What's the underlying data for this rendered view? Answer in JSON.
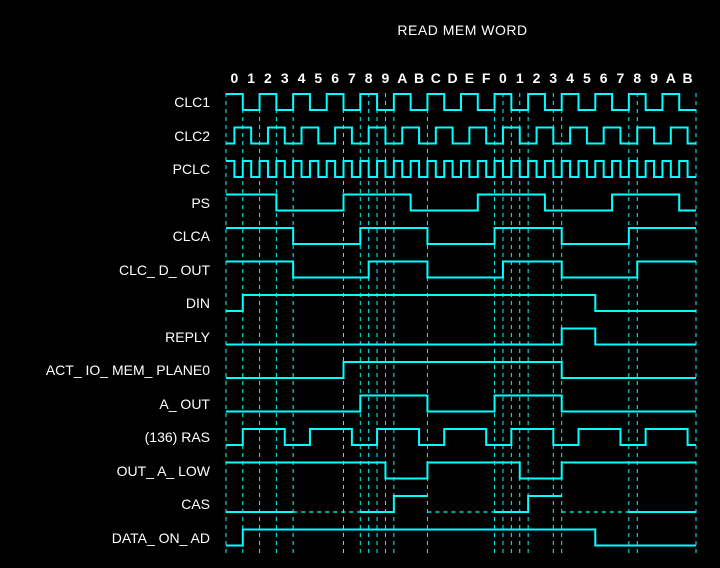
{
  "title": "READ MEM WORD",
  "colors": {
    "background": "#000000",
    "trace": "#00ffff",
    "text": "#ffffff"
  },
  "chart_data": {
    "type": "timing",
    "title": "READ MEM WORD",
    "time_units": 28,
    "tick_labels": [
      "0",
      "1",
      "2",
      "3",
      "4",
      "5",
      "6",
      "7",
      "8",
      "9",
      "A",
      "B",
      "C",
      "D",
      "E",
      "F",
      "0",
      "1",
      "2",
      "3",
      "4",
      "5",
      "6",
      "7",
      "8",
      "9",
      "A",
      "B"
    ],
    "guide_lines": [
      0,
      1,
      2,
      3,
      4,
      7,
      8,
      8.5,
      9,
      9.5,
      10,
      12,
      16,
      16.5,
      17,
      17.5,
      18,
      19.5,
      20,
      24,
      24.5,
      28
    ],
    "signals": [
      {
        "name": "CLC1",
        "kind": "clock",
        "period": 2,
        "high": 1,
        "phase": 0
      },
      {
        "name": "CLC2",
        "kind": "clock",
        "period": 2,
        "high": 1,
        "phase": 0.5
      },
      {
        "name": "PCLC",
        "kind": "clock",
        "period": 1,
        "high": 0.5,
        "phase": 0
      },
      {
        "name": "PS",
        "segments": [
          [
            0,
            3,
            1
          ],
          [
            3,
            7,
            0
          ],
          [
            7,
            11,
            1
          ],
          [
            11,
            15,
            0
          ],
          [
            15,
            19,
            1
          ],
          [
            19,
            23,
            0
          ],
          [
            23,
            27,
            1
          ],
          [
            27,
            28,
            0
          ]
        ]
      },
      {
        "name": "CLCA",
        "segments": [
          [
            0,
            4,
            1
          ],
          [
            4,
            8,
            0
          ],
          [
            8,
            12,
            1
          ],
          [
            12,
            16,
            0
          ],
          [
            16,
            20,
            1
          ],
          [
            20,
            24,
            0
          ],
          [
            24,
            28,
            1
          ]
        ]
      },
      {
        "name": "CLC_ D_ OUT",
        "segments": [
          [
            0,
            4,
            1
          ],
          [
            4,
            8.5,
            0
          ],
          [
            8.5,
            12,
            1
          ],
          [
            12,
            16.5,
            0
          ],
          [
            16.5,
            20,
            1
          ],
          [
            20,
            24.5,
            0
          ],
          [
            24.5,
            28,
            1
          ]
        ]
      },
      {
        "name": "DIN",
        "segments": [
          [
            0,
            1,
            0
          ],
          [
            1,
            22,
            1
          ],
          [
            22,
            28,
            0
          ]
        ]
      },
      {
        "name": "REPLY",
        "segments": [
          [
            0,
            20,
            0
          ],
          [
            20,
            22,
            1
          ],
          [
            22,
            28,
            0
          ]
        ]
      },
      {
        "name": "ACT_ IO_ MEM_ PLANE0",
        "segments": [
          [
            0,
            7,
            0
          ],
          [
            7,
            20,
            1
          ],
          [
            20,
            28,
            0
          ]
        ]
      },
      {
        "name": "A_ OUT",
        "segments": [
          [
            0,
            8,
            0
          ],
          [
            8,
            12,
            1
          ],
          [
            12,
            16,
            0
          ],
          [
            16,
            20,
            1
          ],
          [
            20,
            28,
            0
          ]
        ]
      },
      {
        "name": "(136) RAS",
        "segments": [
          [
            0,
            1,
            0
          ],
          [
            1,
            3.5,
            1
          ],
          [
            3.5,
            5,
            0
          ],
          [
            5,
            7.5,
            1
          ],
          [
            7.5,
            9,
            0
          ],
          [
            9,
            11.5,
            1
          ],
          [
            11.5,
            13,
            0
          ],
          [
            13,
            15.5,
            1
          ],
          [
            15.5,
            17,
            0
          ],
          [
            17,
            19.5,
            1
          ],
          [
            19.5,
            21,
            0
          ],
          [
            21,
            23.5,
            1
          ],
          [
            23.5,
            25,
            0
          ],
          [
            25,
            27.5,
            1
          ],
          [
            27.5,
            28,
            0
          ]
        ]
      },
      {
        "name": "OUT_ A_ LOW",
        "segments": [
          [
            0,
            9.5,
            1
          ],
          [
            9.5,
            12,
            0
          ],
          [
            12,
            17.5,
            1
          ],
          [
            17.5,
            20,
            0
          ],
          [
            20,
            28,
            1
          ]
        ]
      },
      {
        "name": "CAS",
        "segments": [
          [
            0,
            4,
            0
          ],
          [
            4,
            8,
            "z"
          ],
          [
            8,
            10,
            0
          ],
          [
            10,
            12,
            1
          ],
          [
            12,
            16,
            "z"
          ],
          [
            16,
            18,
            0
          ],
          [
            18,
            20,
            1
          ],
          [
            20,
            24,
            "z"
          ],
          [
            24,
            28,
            0
          ]
        ]
      },
      {
        "name": "DATA_ ON_ AD",
        "segments": [
          [
            0,
            1,
            0
          ],
          [
            1,
            22,
            1
          ],
          [
            22,
            28,
            0
          ]
        ]
      }
    ]
  }
}
